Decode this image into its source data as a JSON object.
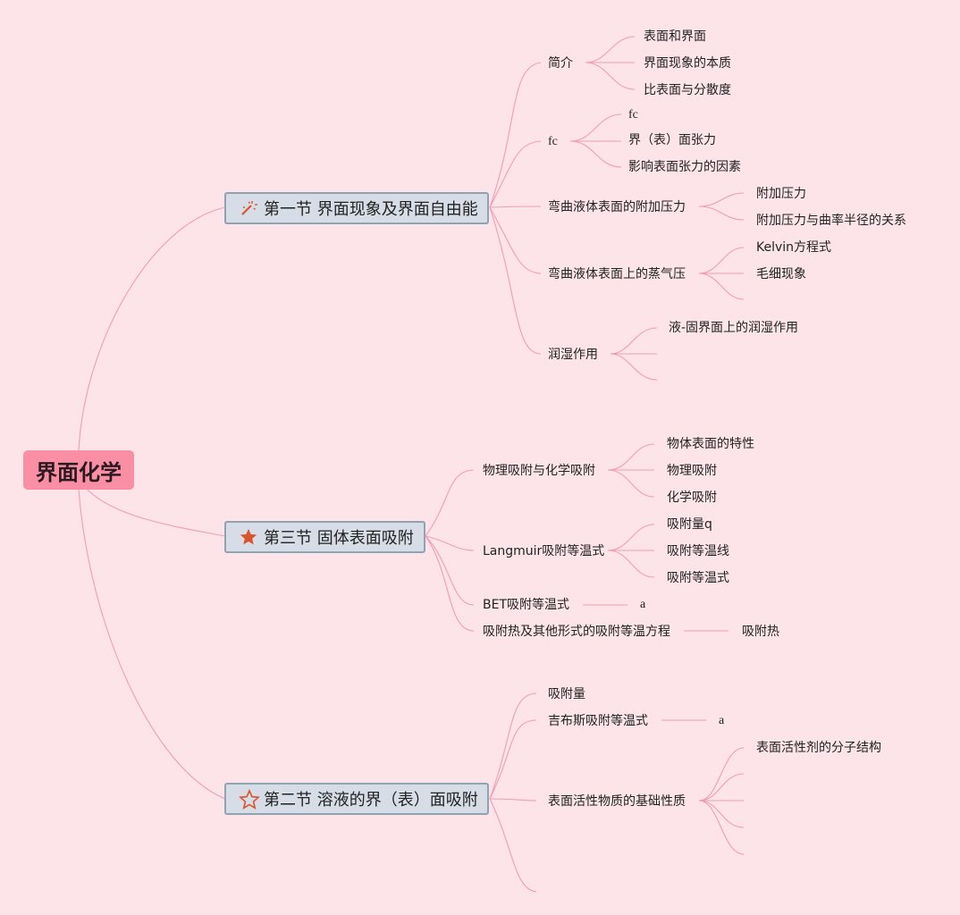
{
  "root": {
    "label": "界面化学"
  },
  "sections": [
    {
      "title": "第一节 界面现象及界面自由能",
      "icon": "wand-sparkle-icon",
      "topics": [
        {
          "label": "简介",
          "items": [
            "表面和界面",
            "界面现象的本质",
            "比表面与分散度"
          ]
        },
        {
          "label": "fc",
          "items": [
            "fc",
            "界（表）面张力",
            "影响表面张力的因素"
          ]
        },
        {
          "label": "弯曲液体表面的附加压力",
          "items": [
            "附加压力",
            "附加压力与曲率半径的关系"
          ]
        },
        {
          "label": "弯曲液体表面上的蒸气压",
          "items": [
            "Kelvin方程式",
            "毛细现象",
            ""
          ]
        },
        {
          "label": "润湿作用",
          "items": [
            "液-固界面上的润湿作用",
            "",
            ""
          ]
        }
      ]
    },
    {
      "title": "第三节 固体表面吸附",
      "icon": "star-filled-icon",
      "topics": [
        {
          "label": "物理吸附与化学吸附",
          "items": [
            "物体表面的特性",
            "物理吸附",
            "化学吸附"
          ]
        },
        {
          "label": "Langmuir吸附等温式",
          "items": [
            "吸附量q",
            "吸附等温线",
            "吸附等温式"
          ]
        },
        {
          "label": "BET吸附等温式",
          "items": [
            "a"
          ]
        },
        {
          "label": "吸附热及其他形式的吸附等温方程",
          "items": [
            "吸附热"
          ]
        }
      ]
    },
    {
      "title": "第二节 溶液的界（表）面吸附",
      "icon": "star-outline-icon",
      "topics": [
        {
          "label": "吸附量",
          "items": []
        },
        {
          "label": "吉布斯吸附等温式",
          "items": [
            "a"
          ]
        },
        {
          "label": "表面活性物质的基础性质",
          "items": [
            "表面活性剂的分子结构",
            "",
            "",
            "",
            ""
          ]
        },
        {
          "label": "",
          "items": []
        }
      ]
    }
  ],
  "colors": {
    "background": "#fde4e9",
    "root": "#f98ea5",
    "section_fill": "#d6dde6",
    "line": "#f19db3",
    "icon_accent": "#d9542c"
  }
}
